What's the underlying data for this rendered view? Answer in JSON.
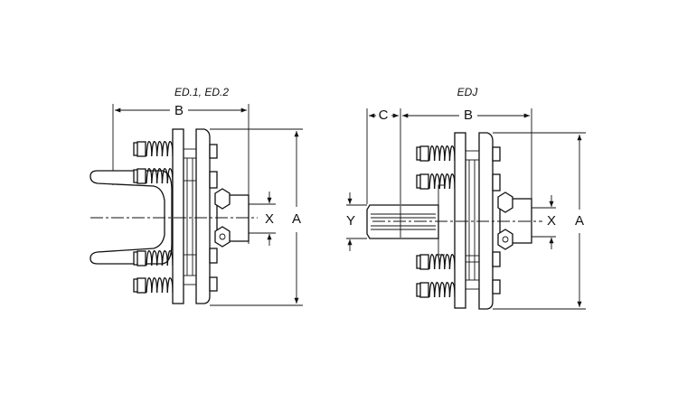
{
  "diagrams": [
    {
      "caption": "ED.1, ED.2",
      "dimensions": {
        "b": "B",
        "a": "A",
        "x": "X"
      }
    },
    {
      "caption": "EDJ",
      "dimensions": {
        "c": "C",
        "b": "B",
        "a": "A",
        "x": "X",
        "y": "Y"
      }
    }
  ],
  "colors": {
    "line": "#111111",
    "background": "#ffffff"
  }
}
